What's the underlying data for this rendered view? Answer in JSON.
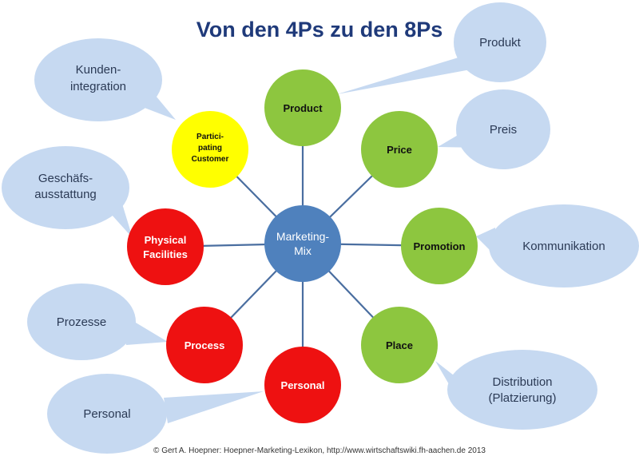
{
  "title": "Von den 4Ps zu den 8Ps",
  "center": {
    "line1": "Marketing-",
    "line2": "Mix"
  },
  "nodes": {
    "product": "Product",
    "price": "Price",
    "promotion": "Promotion",
    "place": "Place",
    "personal": "Personal",
    "process": "Process",
    "physical": {
      "line1": "Physical",
      "line2": "Facilities"
    },
    "participating": {
      "line1": "Partici-",
      "line2": "pating",
      "line3": "Customer"
    }
  },
  "bubbles": {
    "produkt": "Produkt",
    "preis": "Preis",
    "kommunikation": "Kommunikation",
    "distribution": {
      "line1": "Distribution",
      "line2": "(Platzierung)"
    },
    "personal": "Personal",
    "prozesse": "Prozesse",
    "geschaeft": {
      "line1": "Geschäfs-",
      "line2": "ausstattung"
    },
    "kunden": {
      "line1": "Kunden-",
      "line2": "integration"
    }
  },
  "footer": "© Gert A. Hoepner: Hoepner-Marketing-Lexikon, http://www.wirtschaftswiki.fh-aachen.de 2013",
  "colors": {
    "title": "#1f3a7a",
    "center": "#4f81bd",
    "green": "#8dc63f",
    "red": "#ee1111",
    "yellow": "#ffff00",
    "bubble": "#c6d9f1",
    "line": "#4a6ea0"
  }
}
